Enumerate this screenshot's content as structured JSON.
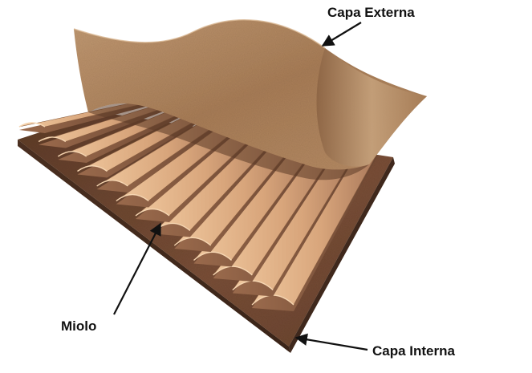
{
  "labels": {
    "outer_liner": "Capa Externa",
    "fluting": "Miolo",
    "inner_liner": "Capa Interna"
  },
  "colors": {
    "inner_liner": "#6f4a34",
    "outer_liner": "#b58a63",
    "flute_light": "#e4b98f",
    "flute_dark": "#8a5f42",
    "arrow": "#111111"
  }
}
